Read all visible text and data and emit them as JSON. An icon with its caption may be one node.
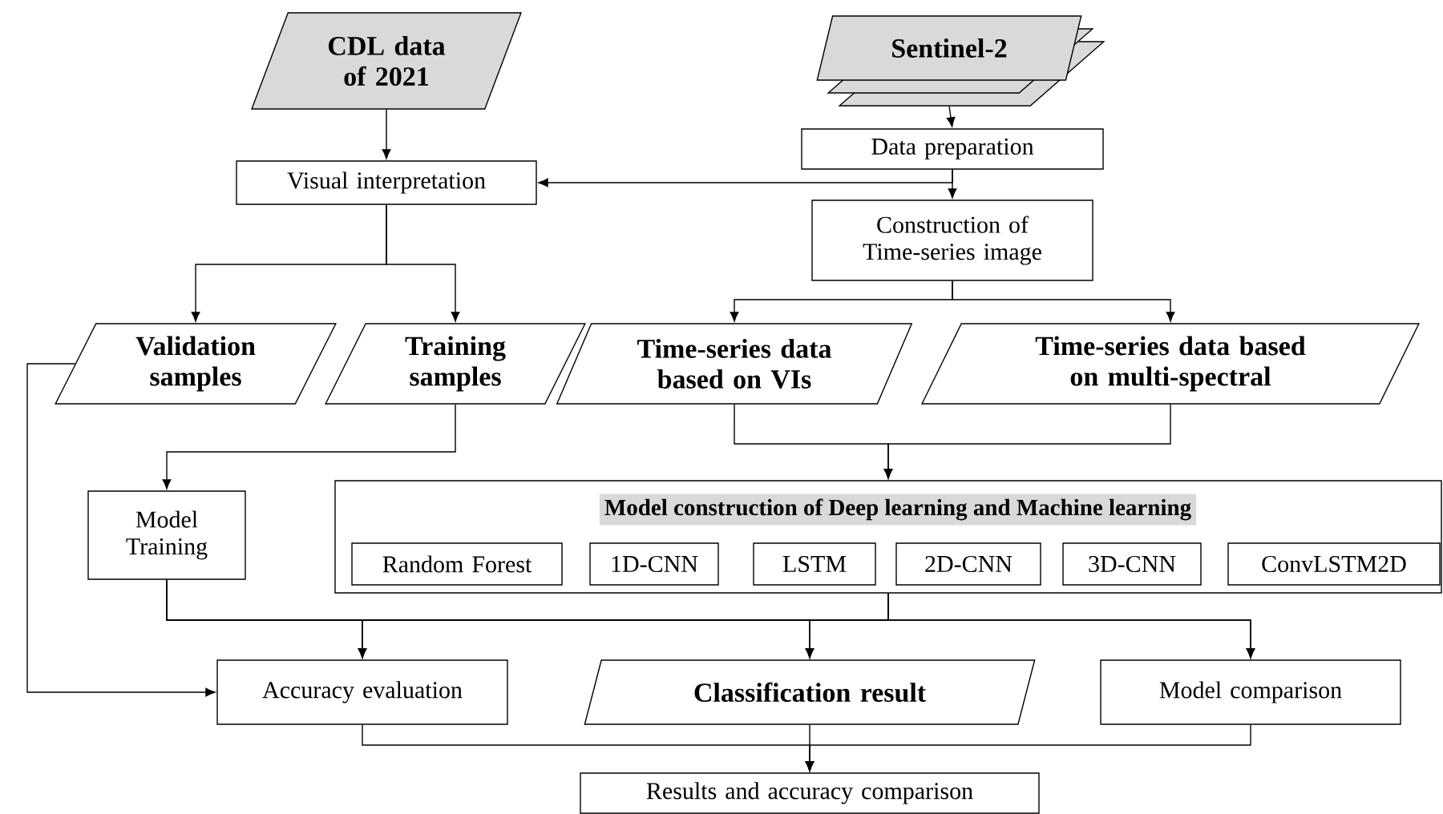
{
  "diagram": {
    "nodes": [
      {
        "text": [
          "CDL data of 2021"
        ]
      },
      {
        "text": [
          "Sentinel-2"
        ]
      },
      {
        "text": [
          "Visual interpretation"
        ]
      },
      {
        "text": [
          "Data preparation"
        ]
      },
      {
        "text": [
          "Construction of Time-series image"
        ]
      },
      {
        "text": [
          "Validation samples"
        ]
      },
      {
        "text": [
          "Training samples"
        ]
      },
      {
        "text": [
          "Time-series data based on VIs"
        ]
      },
      {
        "text": [
          "Time-series data based on multi-spectral"
        ]
      },
      {
        "text": [
          "Model Training"
        ]
      },
      {
        "text": [
          "Model construction of Deep learning and Machine learning"
        ]
      },
      {
        "text": [
          "Random Forest"
        ],
        "in": 10
      },
      {
        "text": [
          "1D-CNN"
        ],
        "in": 10
      },
      {
        "text": [
          "LSTM"
        ],
        "in": 10
      },
      {
        "text": [
          "2D-CNN"
        ],
        "in": 10
      },
      {
        "text": [
          "3D-CNN"
        ],
        "in": 10
      },
      {
        "text": [
          "ConvLSTM2D"
        ],
        "in": 10
      },
      {
        "text": [
          "Accuracy evaluation"
        ]
      },
      {
        "text": [
          "Classification result"
        ]
      },
      {
        "text": [
          "Model comparison"
        ]
      },
      {
        "text": [
          "Results and accuracy comparison"
        ]
      }
    ],
    "edges": [
      {
        "from": 0,
        "to": 2,
        "arrow": "to"
      },
      {
        "from": 1,
        "to": 3,
        "arrow": "to"
      },
      {
        "from": 3,
        "to": 4,
        "arrow": "to"
      },
      {
        "from": 3,
        "to": 2,
        "arrow": "to"
      },
      {
        "from": 2,
        "to": 5,
        "arrow": "to"
      },
      {
        "from": 2,
        "to": 6,
        "arrow": "to"
      },
      {
        "from": 4,
        "to": 7,
        "arrow": "to"
      },
      {
        "from": 4,
        "to": 8,
        "arrow": "to"
      },
      {
        "from": 7,
        "to": 10,
        "arrow": "to"
      },
      {
        "from": 8,
        "to": 10,
        "arrow": "to"
      },
      {
        "from": 6,
        "to": 9,
        "arrow": "to"
      },
      {
        "from": 5,
        "to": 17,
        "arrow": "to"
      },
      {
        "from": 9,
        "to": 17,
        "arrow": "to"
      },
      {
        "from": 9,
        "to": 18,
        "arrow": "to"
      },
      {
        "from": 9,
        "to": 19,
        "arrow": "to"
      },
      {
        "from": 10,
        "to": 17,
        "arrow": "to"
      },
      {
        "from": 10,
        "to": 18,
        "arrow": "to"
      },
      {
        "from": 10,
        "to": 19,
        "arrow": "to"
      },
      {
        "from": 17,
        "to": 20,
        "arrow": "to"
      },
      {
        "from": 18,
        "to": 20,
        "arrow": "to"
      },
      {
        "from": 19,
        "to": 20,
        "arrow": "to"
      }
    ]
  }
}
